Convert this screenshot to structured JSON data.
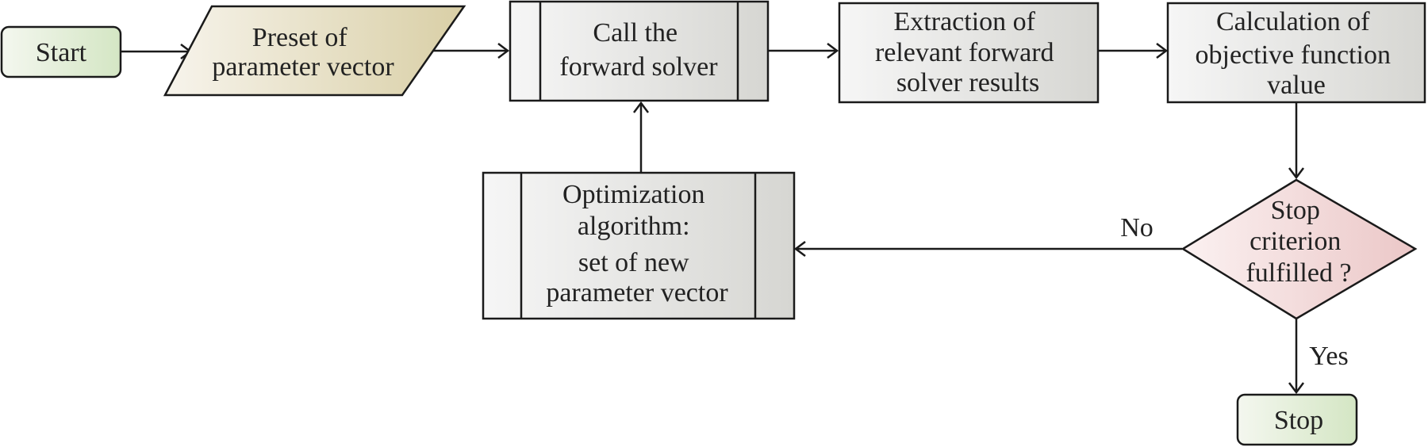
{
  "nodes": {
    "start": {
      "label": "Start"
    },
    "preset": {
      "lines": [
        "Preset of",
        "parameter vector"
      ]
    },
    "call_solver": {
      "lines": [
        "Call the",
        "forward solver"
      ]
    },
    "extraction": {
      "lines": [
        "Extraction of",
        "relevant forward",
        "solver results"
      ]
    },
    "objective": {
      "lines": [
        "Calculation of",
        "objective function",
        "value"
      ]
    },
    "decision": {
      "lines": [
        "Stop",
        "criterion",
        "fulfilled ?"
      ]
    },
    "optimization": {
      "lines": [
        "Optimization",
        "algorithm:",
        "set of new",
        "parameter vector"
      ]
    },
    "stop": {
      "label": "Stop"
    }
  },
  "edges": {
    "no_label": "No",
    "yes_label": "Yes"
  },
  "colors": {
    "terminal_fill_left": "#f4f7ef",
    "terminal_fill_right": "#d4e6c4",
    "io_fill_left": "#f7f4ec",
    "io_fill_right": "#d9cfa6",
    "process_fill_left": "#f6f6f6",
    "process_fill_right": "#d6d6d2",
    "decision_fill_left": "#fbf1f1",
    "decision_fill_right": "#ebc7c7",
    "stroke": "#1a1a1a"
  }
}
